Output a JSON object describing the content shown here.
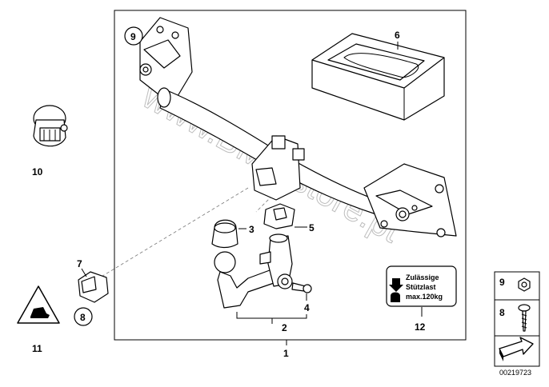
{
  "watermark": "www.BMWstore.pt",
  "callouts": {
    "n1": "1",
    "n2": "2",
    "n3": "3",
    "n4": "4",
    "n5": "5",
    "n6": "6",
    "n7": "7",
    "n8": "8",
    "n9": "9",
    "n10": "10",
    "n11": "11",
    "n12": "12"
  },
  "sign_label": {
    "line1": "Zulässige",
    "line2": "Stützlast",
    "line3": "max.120kg"
  },
  "legend": {
    "n9": "9",
    "n8": "8"
  },
  "doc_number": "00219723"
}
